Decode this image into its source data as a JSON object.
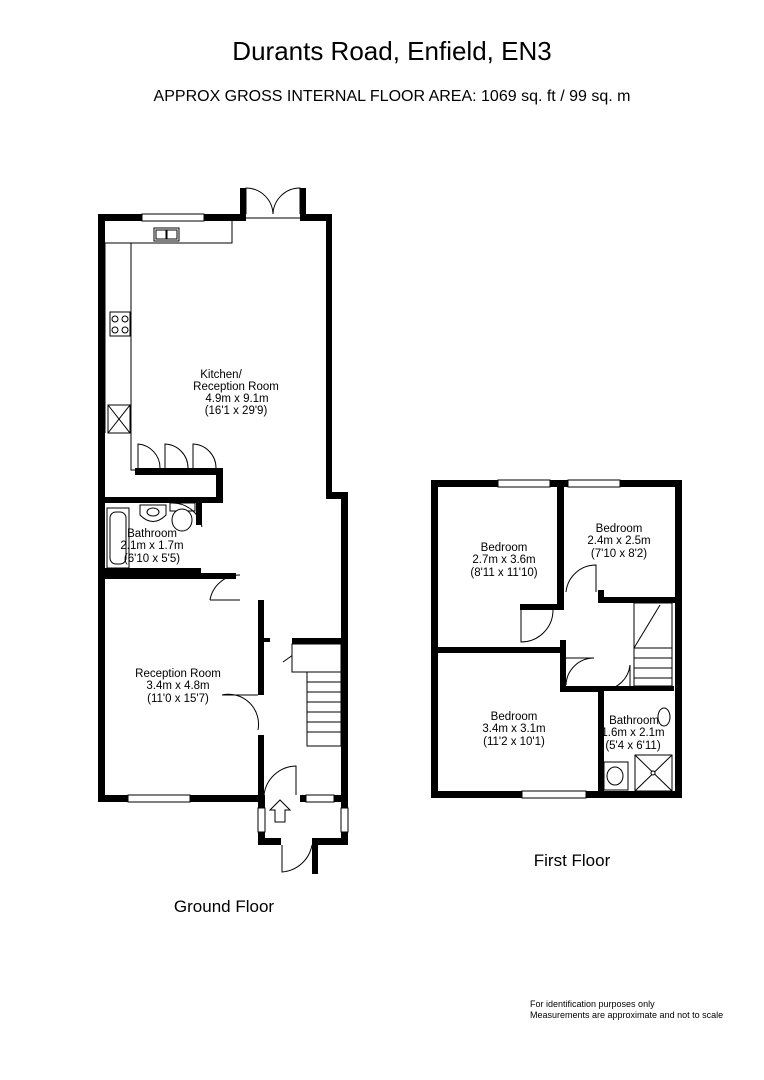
{
  "header": {
    "title": "Durants Road, Enfield, EN3",
    "subtitle": "APPROX GROSS INTERNAL FLOOR AREA:  1069 sq. ft / 99 sq. m"
  },
  "ground_floor": {
    "label": "Ground Floor",
    "rooms": {
      "kitchen": {
        "name": "Kitchen/",
        "name2": "Reception Room",
        "metric": "4.9m x 9.1m",
        "imperial": "(16'1 x 29'9)"
      },
      "bathroom": {
        "name": "Bathroom",
        "metric": "2.1m x 1.7m",
        "imperial": "(6'10 x 5'5)"
      },
      "reception": {
        "name": "Reception Room",
        "metric": "3.4m x 4.8m",
        "imperial": "(11'0 x 15'7)"
      }
    }
  },
  "first_floor": {
    "label": "First Floor",
    "rooms": {
      "bedroom1": {
        "name": "Bedroom",
        "metric": "2.7m x 3.6m",
        "imperial": "(8'11 x 11'10)"
      },
      "bedroom2": {
        "name": "Bedroom",
        "metric": "2.4m x 2.5m",
        "imperial": "(7'10 x 8'2)"
      },
      "bedroom3": {
        "name": "Bedroom",
        "metric": "3.4m x 3.1m",
        "imperial": "(11'2 x 10'1)"
      },
      "bathroom": {
        "name": "Bathroom",
        "metric": "1.6m x 2.1m",
        "imperial": "(5'4 x 6'11)"
      }
    }
  },
  "footer": {
    "note1": "For identification purposes only",
    "note2": "Measurements are approximate and not to scale"
  }
}
